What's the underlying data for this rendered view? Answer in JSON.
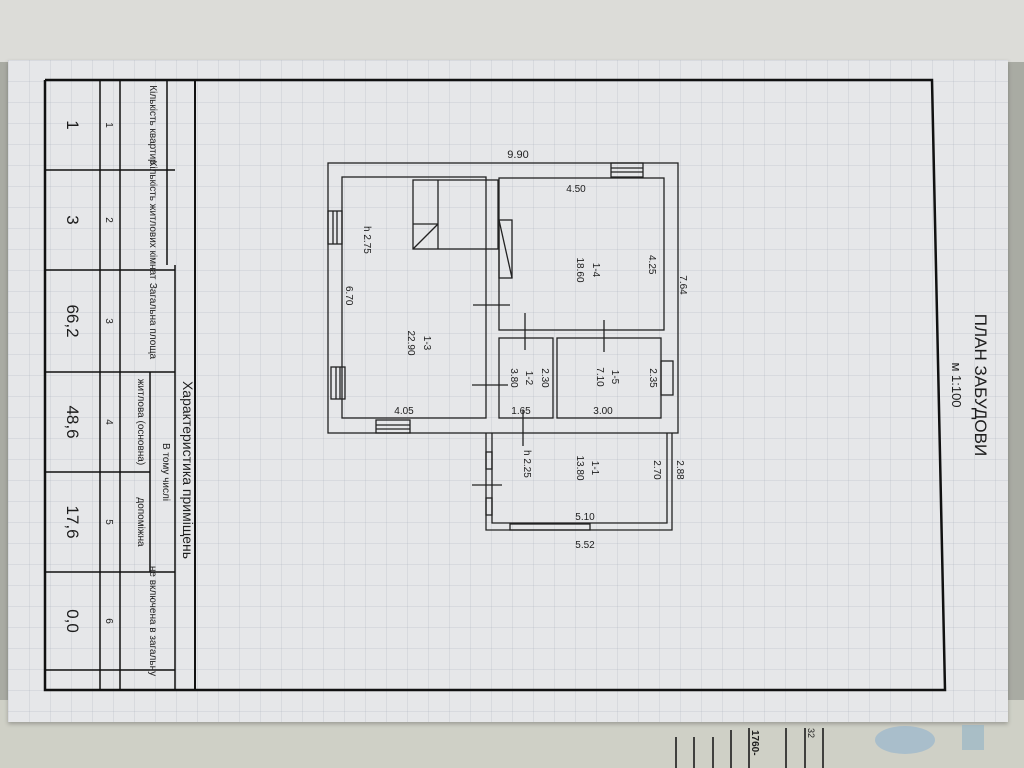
{
  "title": "ПЛАН ЗАБУДОВИ",
  "scale": "м 1:100",
  "table": {
    "heading": "Характеристика приміщень",
    "headers": [
      "Кількість квартир",
      "Кількість житлових кімнат",
      "Загальна площа",
      "житлова (основна)",
      "допоміжна",
      "не включена в загальну"
    ],
    "group_header": "В тому числі",
    "column_numbers": [
      "1",
      "2",
      "3",
      "4",
      "5",
      "6"
    ],
    "values": [
      "1",
      "3",
      "66,2",
      "48,6",
      "17,6",
      "0,0"
    ]
  },
  "plan": {
    "overall": {
      "width": "9.90",
      "depth": "7.64"
    },
    "rooms": [
      {
        "id": "1-3",
        "area": "22.90"
      },
      {
        "id": "1-4",
        "area": "18.60"
      },
      {
        "id": "1-2",
        "area": "3.80"
      },
      {
        "id": "1-5",
        "area": "7.10"
      },
      {
        "id": "1-1",
        "area": "13.80"
      }
    ],
    "dims": {
      "d450": "4.50",
      "d425": "4.25",
      "d670": "6.70",
      "d405": "4.05",
      "d230": "2.30",
      "d165": "1.65",
      "d235": "2.35",
      "d300": "3.00",
      "d270": "2.70",
      "d288": "2.88",
      "d510": "5.10",
      "d552": "5.52"
    },
    "heights": {
      "main": "h 2.75",
      "annex": "h 2.25"
    }
  },
  "margin_text": {
    "a": "1760-",
    "b": "32"
  }
}
